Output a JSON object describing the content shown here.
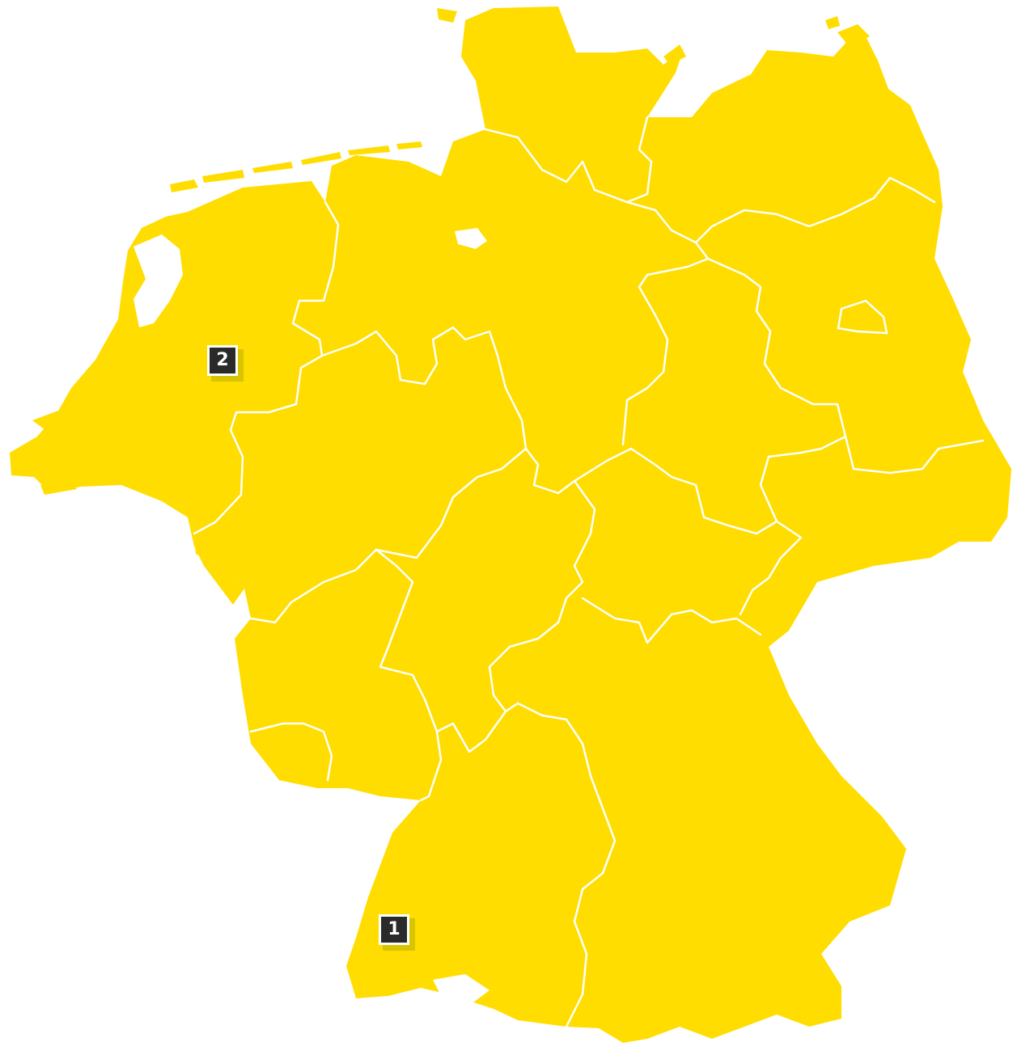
{
  "map": {
    "fill_color": "#FFDD00",
    "border_color": "#FFFFFF",
    "water_color": "#FFFFFF",
    "marker_color": "#2A2A2A",
    "marker_shadow_color": "#D8C400"
  },
  "markers": [
    {
      "id": "marker-1",
      "label": "1"
    },
    {
      "id": "marker-2",
      "label": "2"
    }
  ]
}
